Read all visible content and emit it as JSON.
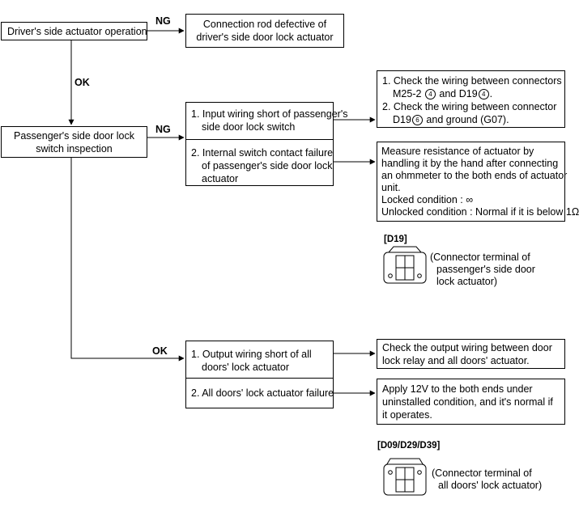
{
  "labels": {
    "ng": "NG",
    "ok": "OK"
  },
  "driver_box": "Driver's side actuator operation",
  "rod_defect": {
    "line1": "Connection rod defective of",
    "line2": "driver's side door lock actuator"
  },
  "pass_box": {
    "line1": "Passenger's side door lock",
    "line2": "switch inspection"
  },
  "cause1": {
    "line1": "1. Input wiring short of passenger's",
    "line2": "side door lock switch"
  },
  "cause2": {
    "line1": "2. Internal switch contact failure",
    "line2": "of passenger's side door lock",
    "line3": "actuator"
  },
  "check1": {
    "l1": "1. Check the wiring between connectors",
    "l2a": "M25-2",
    "c1": "4",
    "l2b": "and D19",
    "c2": "4",
    "l2c": ".",
    "l3": "2. Check the wiring between connector",
    "l4a": "D19",
    "c3": "6",
    "l4b": "and ground (G07)."
  },
  "measure": {
    "l1": "Measure resistance of actuator by",
    "l2": "handling it by the hand after connecting",
    "l3": "an ohmmeter to the both ends of actuator",
    "l4": "unit.",
    "l5": "Locked condition : ∞",
    "l6": "Unlocked condition : Normal if it is below 1Ω"
  },
  "d19": {
    "title": "[D19]",
    "caption1": "(Connector terminal of",
    "caption2": "passenger's side door",
    "caption3": "lock actuator)"
  },
  "cause3": {
    "line1": "1. Output wiring short of all",
    "line2": "doors' lock actuator"
  },
  "cause4": {
    "line1": "2. All doors' lock actuator failure"
  },
  "check2": {
    "line1": "Check the output wiring between door",
    "line2": "lock relay and all doors' actuator."
  },
  "apply": {
    "line1": "Apply 12V to the both ends under",
    "line2": "uninstalled condition, and it's normal if",
    "line3": "it operates."
  },
  "d09": {
    "title": "[D09/D29/D39]",
    "caption1": "(Connector terminal of",
    "caption2": "all doors' lock actuator)"
  }
}
